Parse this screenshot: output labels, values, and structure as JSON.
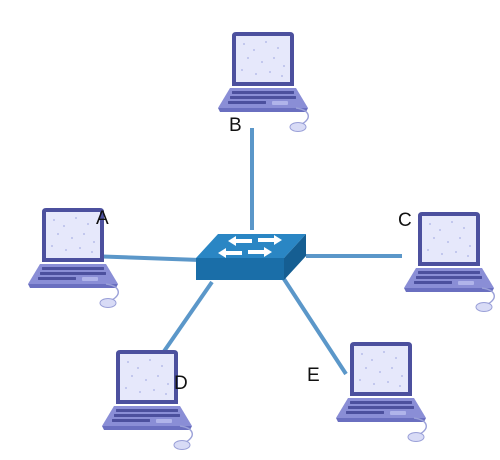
{
  "diagram": {
    "hub": {
      "icon": "network-switch-icon"
    },
    "nodes": [
      {
        "id": "A",
        "label": "A",
        "icon": "laptop-icon"
      },
      {
        "id": "B",
        "label": "B",
        "icon": "laptop-icon"
      },
      {
        "id": "C",
        "label": "C",
        "icon": "laptop-icon"
      },
      {
        "id": "D",
        "label": "D",
        "icon": "laptop-icon"
      },
      {
        "id": "E",
        "label": "E",
        "icon": "laptop-icon"
      }
    ],
    "edges": [
      {
        "from": "switch",
        "to": "A"
      },
      {
        "from": "switch",
        "to": "B"
      },
      {
        "from": "switch",
        "to": "C"
      },
      {
        "from": "switch",
        "to": "D"
      },
      {
        "from": "switch",
        "to": "E"
      }
    ],
    "colors": {
      "link": "#5b97c9",
      "switch_top": "#2a86c4",
      "switch_front": "#1a6ea8",
      "switch_side": "#155e92",
      "laptop_body": "#8a8ed6",
      "laptop_screen": "#e6e8fb",
      "laptop_dark": "#4c509e"
    }
  }
}
